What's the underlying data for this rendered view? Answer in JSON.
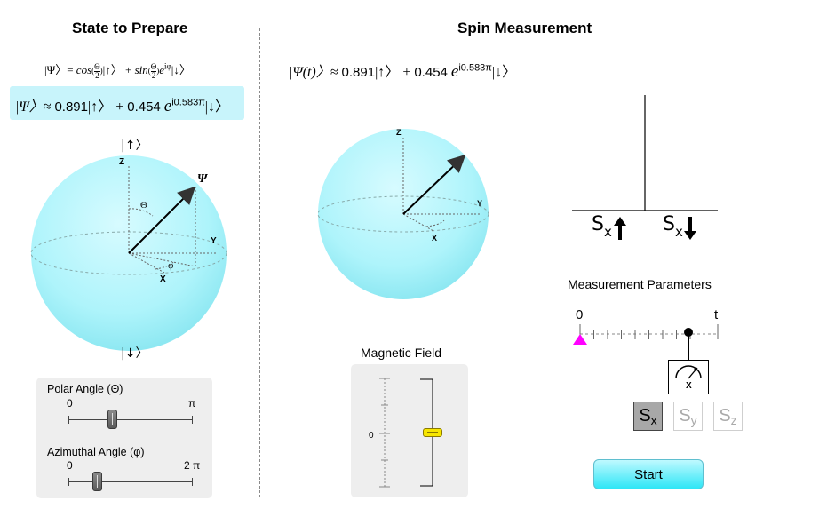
{
  "left_panel": {
    "title": "State to Prepare",
    "formula": {
      "psi": "|Ψ",
      "eq": "〉= ",
      "cos": "cos",
      "theta_frac": "Θ",
      "two": "2",
      "up": "|↑〉",
      "plus": " + ",
      "sin": "sin",
      "e": "e",
      "exp": "iφ",
      "down": "|↓〉"
    },
    "current_state": {
      "psi": "|Ψ〉≈ ",
      "a": "0.891",
      "up": "|↑〉",
      "plus": " + ",
      "b": "0.454",
      "e": "e",
      "exp": "i0.583π",
      "down": "|↓〉"
    },
    "sphere": {
      "top_label": "|↑〉",
      "bottom_label": "|↓〉",
      "z": "Z",
      "y": "Y",
      "x": "X",
      "theta": "Θ",
      "phi": "φ",
      "psi": "Ψ"
    },
    "sliders": {
      "polar": {
        "label": "Polar Angle (Θ)",
        "min": "0",
        "max": "π",
        "value_fraction": 0.35
      },
      "azimuthal": {
        "label": "Azimuthal Angle (φ)",
        "min": "0",
        "max": "2 π",
        "value_fraction": 0.23
      }
    }
  },
  "right_panel": {
    "title": "Spin Measurement",
    "state": {
      "psi": "|Ψ(t)〉≈ ",
      "a": "0.891",
      "up": "|↑〉",
      "plus": " + ",
      "b": "0.454",
      "e": "e",
      "exp": "i0.583π",
      "down": "|↓〉"
    },
    "sphere": {
      "z": "Z",
      "y": "Y",
      "x": "X"
    },
    "magnetic_field": {
      "label": "Magnetic Field",
      "zero": "0",
      "value_fraction": 0.5
    },
    "histogram": {
      "up_label": "S",
      "up_sub": "x",
      "up_arrow": "🡅",
      "down_label": "S",
      "down_sub": "x",
      "down_arrow": "🡇"
    },
    "measurement": {
      "title": "Measurement Parameters",
      "start": "0",
      "end": "t",
      "meter_label": "X",
      "measure_fraction": 0.79
    },
    "axis_buttons": [
      {
        "main": "S",
        "sub": "x",
        "active": true
      },
      {
        "main": "S",
        "sub": "y",
        "active": false
      },
      {
        "main": "S",
        "sub": "z",
        "active": false
      }
    ],
    "start_button": "Start"
  },
  "colors": {
    "sphere": "#aef4fb",
    "state_box": "#c8f4fb",
    "start_button": "#2ee6f6",
    "time_marker": "#ff00ff",
    "field_thumb": "#f7e600"
  }
}
